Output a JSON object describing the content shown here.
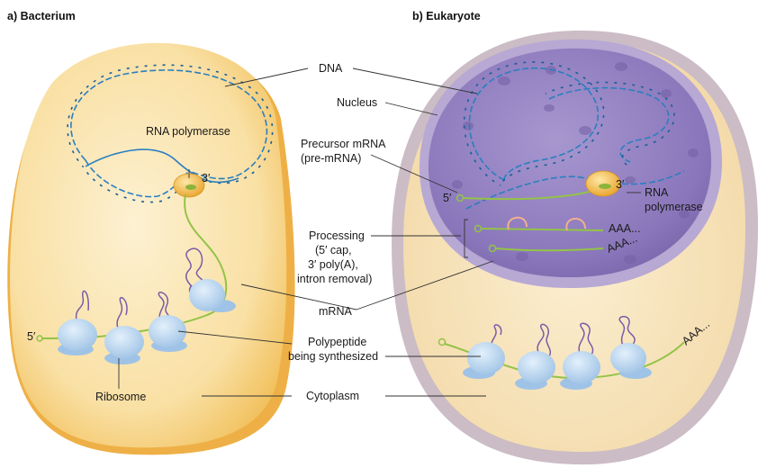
{
  "panels": {
    "a_title": "a) Bacterium",
    "b_title": "b) Eukaryote"
  },
  "labels": {
    "dna": "DNA",
    "nucleus": "Nucleus",
    "rna_polymerase_bact": "RNA polymerase",
    "three_prime_bact": "3′",
    "five_prime_bact": "5′",
    "precursor_line1": "Precursor mRNA",
    "precursor_line2": "(pre-mRNA)",
    "five_prime_euk": "5′",
    "three_prime_euk": "3′",
    "rna_poly_euk_line1": "RNA",
    "rna_poly_euk_line2": "polymerase",
    "processing_line1": "Processing",
    "processing_line2": "(5′ cap,",
    "processing_line3": "3′ poly(A),",
    "processing_line4": "intron removal)",
    "polyA_1": "AAA...",
    "polyA_2": "AAA...",
    "polyA_3": "AAA...",
    "mrna": "mRNA",
    "polypeptide_line1": "Polypeptide",
    "polypeptide_line2": "being synthesized",
    "ribosome": "Ribosome",
    "cytoplasm": "Cytoplasm"
  },
  "colors": {
    "bacterium_fill": "#f9dd9a",
    "bacterium_edge": "#efb84a",
    "eukaryote_wall": "#d3c4cc",
    "eukaryote_cytoplasm": "#f7e2bb",
    "nucleus": "#8e7bbf",
    "dna": "#2a7fc0",
    "mrna": "#93c347",
    "ribosome": "#b9d6ef",
    "polypeptide": "#7a5ba6",
    "polymerase": "#f2b43c"
  }
}
